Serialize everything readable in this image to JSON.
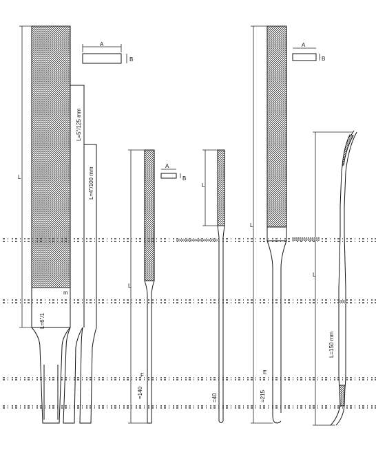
{
  "labels": {
    "l_main_left": "L",
    "l_125": "L=5\"/125 mm",
    "l_100": "L=4\"/100 mm",
    "l_150_left": "L=6\"/1",
    "m_left": "m",
    "a1": "A",
    "b1": "B",
    "a2": "A",
    "b2": "B",
    "a3": "A",
    "b3": "B",
    "l_mid1": "L",
    "f_letter": "F",
    "l_140": "=140",
    "l_mid2": "L",
    "l_40": "=40",
    "l_main_right": "L",
    "e_letter": "E",
    "l_215": "=215",
    "l_riffler": "L",
    "l_150_right": "L=150 mm"
  },
  "colors": {
    "ink": "#111111",
    "paper": "#ffffff"
  }
}
